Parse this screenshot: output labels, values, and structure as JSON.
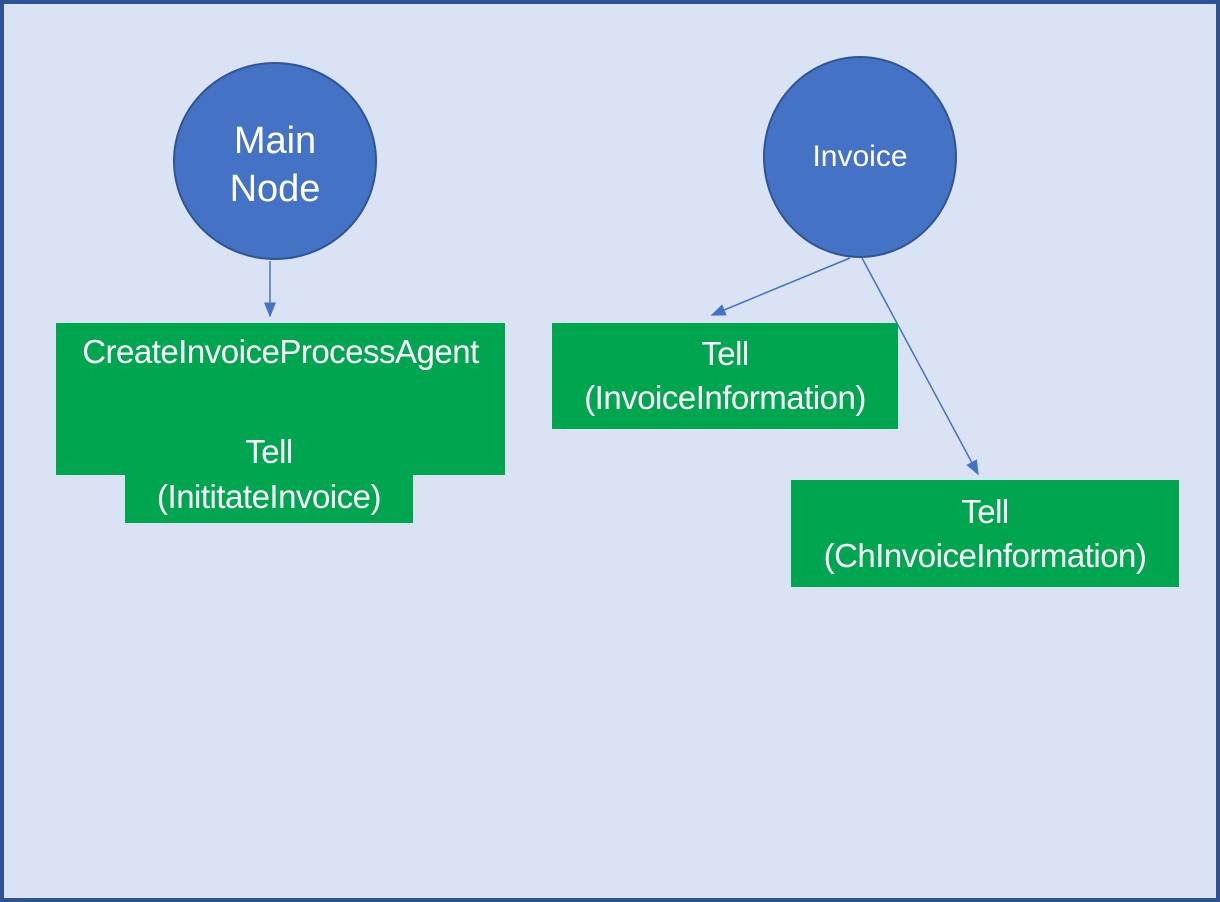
{
  "diagram": {
    "colors": {
      "background": "#dae3f3",
      "page_border": "#2e5395",
      "node_fill": "#4472c4",
      "node_stroke": "#2f5597",
      "box_fill": "#00a64f",
      "arrow": "#4472c4",
      "text": "#ffffff"
    },
    "nodes": [
      {
        "id": "main-node",
        "shape": "circle",
        "lines": [
          "Main",
          "Node"
        ]
      },
      {
        "id": "invoice",
        "shape": "circle",
        "lines": [
          "Invoice"
        ]
      }
    ],
    "boxes": [
      {
        "id": "create-invoice-process-agent",
        "lines": [
          "CreateInvoiceProcessAgent"
        ]
      },
      {
        "id": "tell-inititate-invoice",
        "lines": [
          "Tell",
          "(InititateInvoice)"
        ]
      },
      {
        "id": "tell-invoice-information",
        "lines": [
          "Tell",
          "(InvoiceInformation)"
        ]
      },
      {
        "id": "tell-ch-invoice-information",
        "lines": [
          "Tell",
          "(ChInvoiceInformation)"
        ]
      }
    ],
    "edges": [
      {
        "from": "main-node",
        "to": "create-invoice-process-agent"
      },
      {
        "from": "invoice",
        "to": "tell-invoice-information"
      },
      {
        "from": "invoice",
        "to": "tell-ch-invoice-information"
      }
    ]
  }
}
